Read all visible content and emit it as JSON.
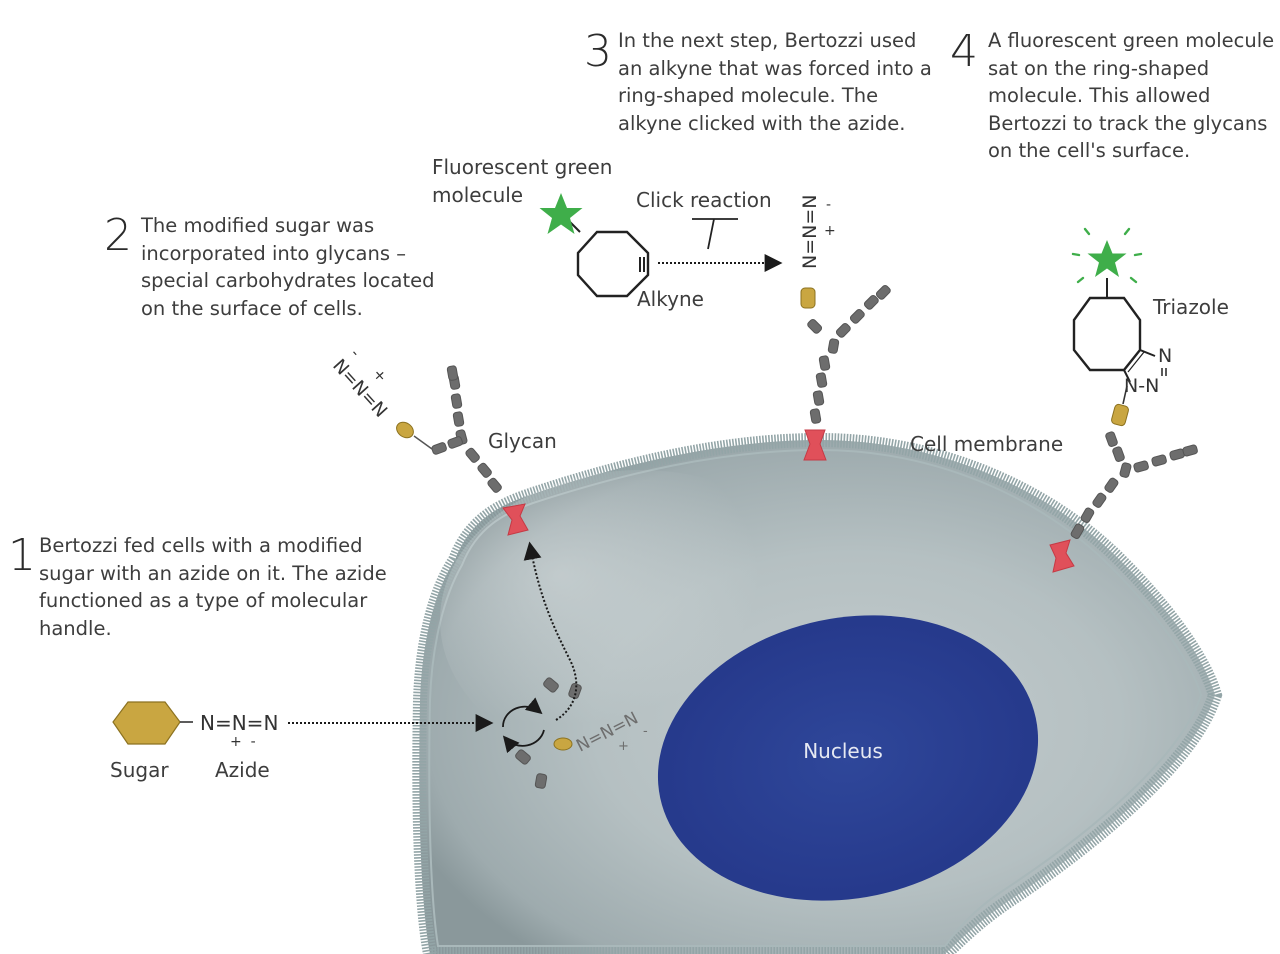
{
  "steps": [
    {
      "number": "1",
      "text": "Bertozzi fed cells with a modified sugar with an azide on it. The azide functioned as a type of molecular handle."
    },
    {
      "number": "2",
      "text": "The modified sugar was incorporated into glycans – special carbohydrates located on the surface of cells."
    },
    {
      "number": "3",
      "text": "In the next step, Bertozzi used an alkyne that was forced into a ring-shaped molecule. The alkyne clicked with the azide."
    },
    {
      "number": "4",
      "text": "A fluorescent green molecule sat on the ring-shaped molecule. This allowed Bertozzi to track the glycans on the cell's surface."
    }
  ],
  "labels": {
    "fluorescent": "Fluorescent green molecule",
    "click_reaction": "Click reaction",
    "alkyne": "Alkyne",
    "triazole": "Triazole",
    "glycan": "Glycan",
    "cell_membrane": "Cell membrane",
    "nucleus": "Nucleus",
    "sugar": "Sugar",
    "azide": "Azide"
  },
  "chem": {
    "azide_formula": "N=N=N",
    "azide_charges": "+  -",
    "vertical_azide": "N=N=N",
    "triazole_n_top": "N",
    "triazole_n_bottom": "N-N",
    "plus": "+",
    "minus": "-"
  },
  "colors": {
    "sugar": "#c9a641",
    "glycan_unit": "#6d6d6d",
    "anchor": "#e0505a",
    "nucleus": "#2a3f8f",
    "cytoplasm": "#b9c4c6",
    "membrane": "#9fb2b4",
    "fluorescent": "#3fae4a"
  }
}
